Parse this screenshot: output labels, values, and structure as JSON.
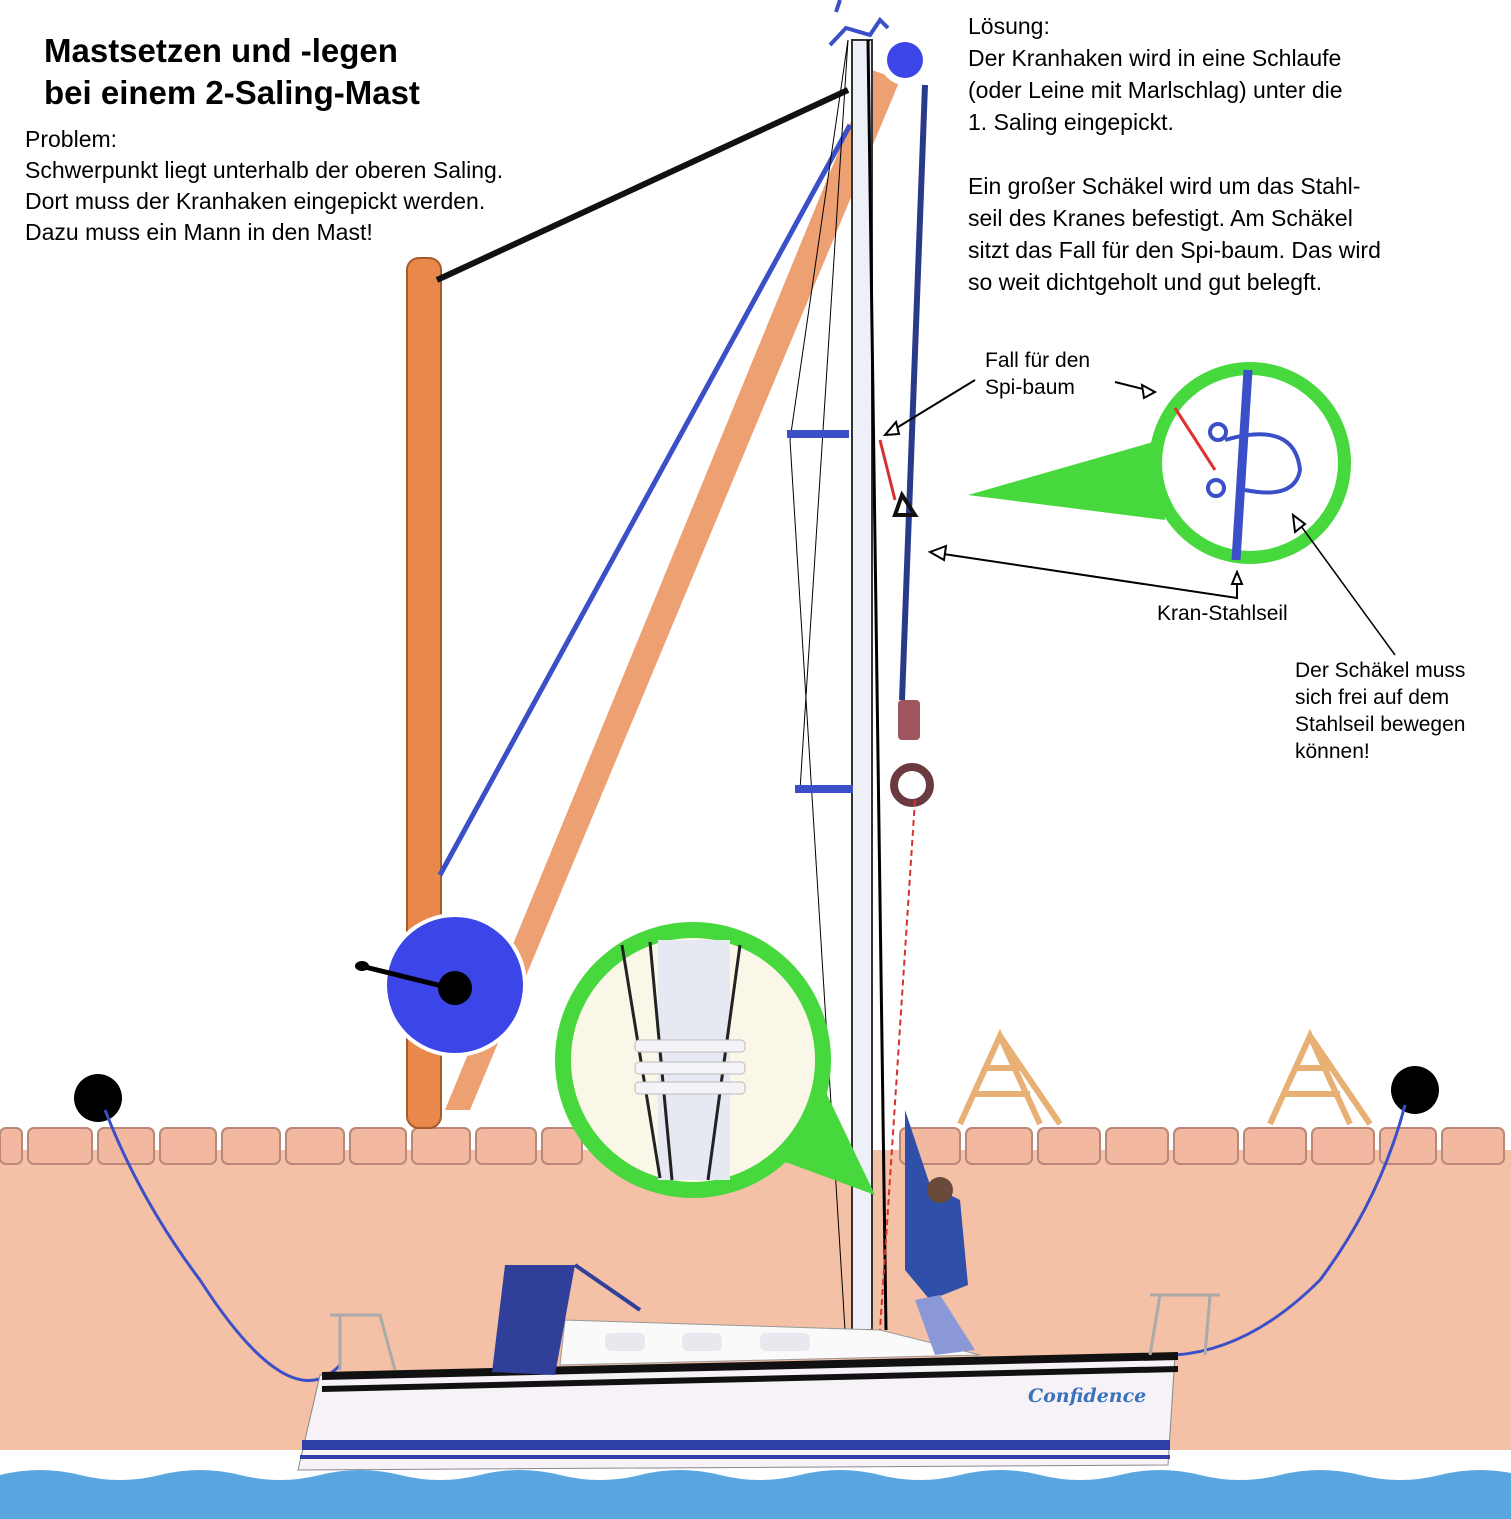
{
  "title": {
    "line1": "Mastsetzen und -legen",
    "line2": "bei einem 2-Saling-Mast"
  },
  "problem": {
    "heading": "Problem:",
    "lines": [
      "Schwerpunkt liegt unterhalb der oberen Saling.",
      "Dort muss der Kranhaken eingepickt werden.",
      "Dazu muss ein Mann in den Mast!"
    ]
  },
  "solution": {
    "heading": "Lösung:",
    "lines": [
      "Der Kranhaken wird in eine Schlaufe",
      "(oder Leine mit Marlschlag) unter die",
      "1. Saling eingepickt.",
      "",
      "Ein großer Schäkel wird um das Stahl-",
      "seil des Kranes befestigt. Am Schäkel",
      "sitzt das Fall für den Spi-baum. Das wird",
      "so weit dichtgeholt und gut belegft."
    ]
  },
  "labels": {
    "fall": [
      "Fall für den",
      "Spi-baum"
    ],
    "kran": "Kran-Stahlseil",
    "schaekel": [
      "Der Schäkel muss",
      "sich frei auf dem",
      "Stahlseil bewegen",
      "können!"
    ]
  },
  "boat": {
    "name": "Confidence"
  },
  "colors": {
    "crane_orange": "#e8884a",
    "pier_pink": "#f4c0a6",
    "callout_green": "#46d83c",
    "marker_blue": "#3c46e8",
    "water_blue": "#5aa6e0",
    "rope_blue": "#3a4fc8"
  }
}
